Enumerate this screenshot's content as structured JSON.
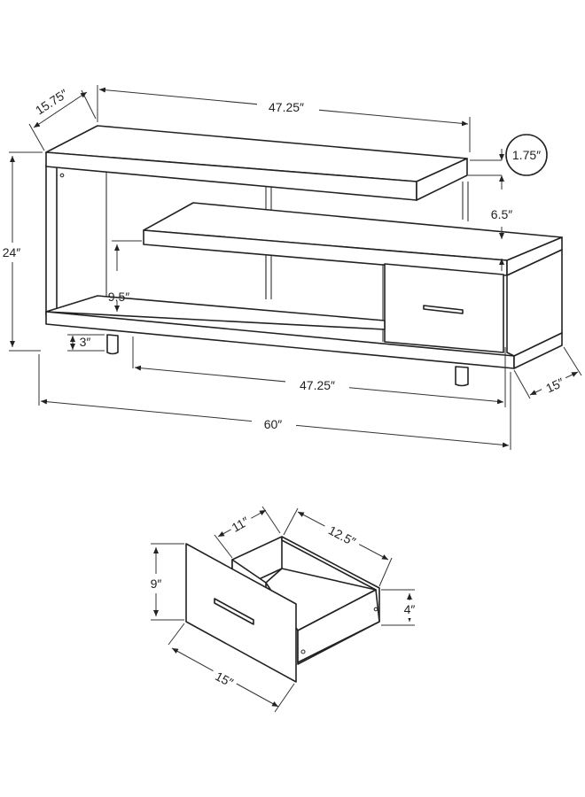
{
  "diagram": {
    "tv_stand": {
      "top_shelf_width": "47.25″",
      "top_shelf_depth": "15.75″",
      "shelf_thickness": "1.75″",
      "shelf_gap": "6.5″",
      "overall_height": "24″",
      "lower_opening": "9.5″",
      "leg_height": "3″",
      "base_width": "47.25″",
      "overall_width": "60″",
      "base_depth": "15″"
    },
    "drawer": {
      "inner_width": "11″",
      "inner_depth": "12.5″",
      "front_height": "9″",
      "side_height": "4″",
      "front_width": "15″"
    }
  }
}
